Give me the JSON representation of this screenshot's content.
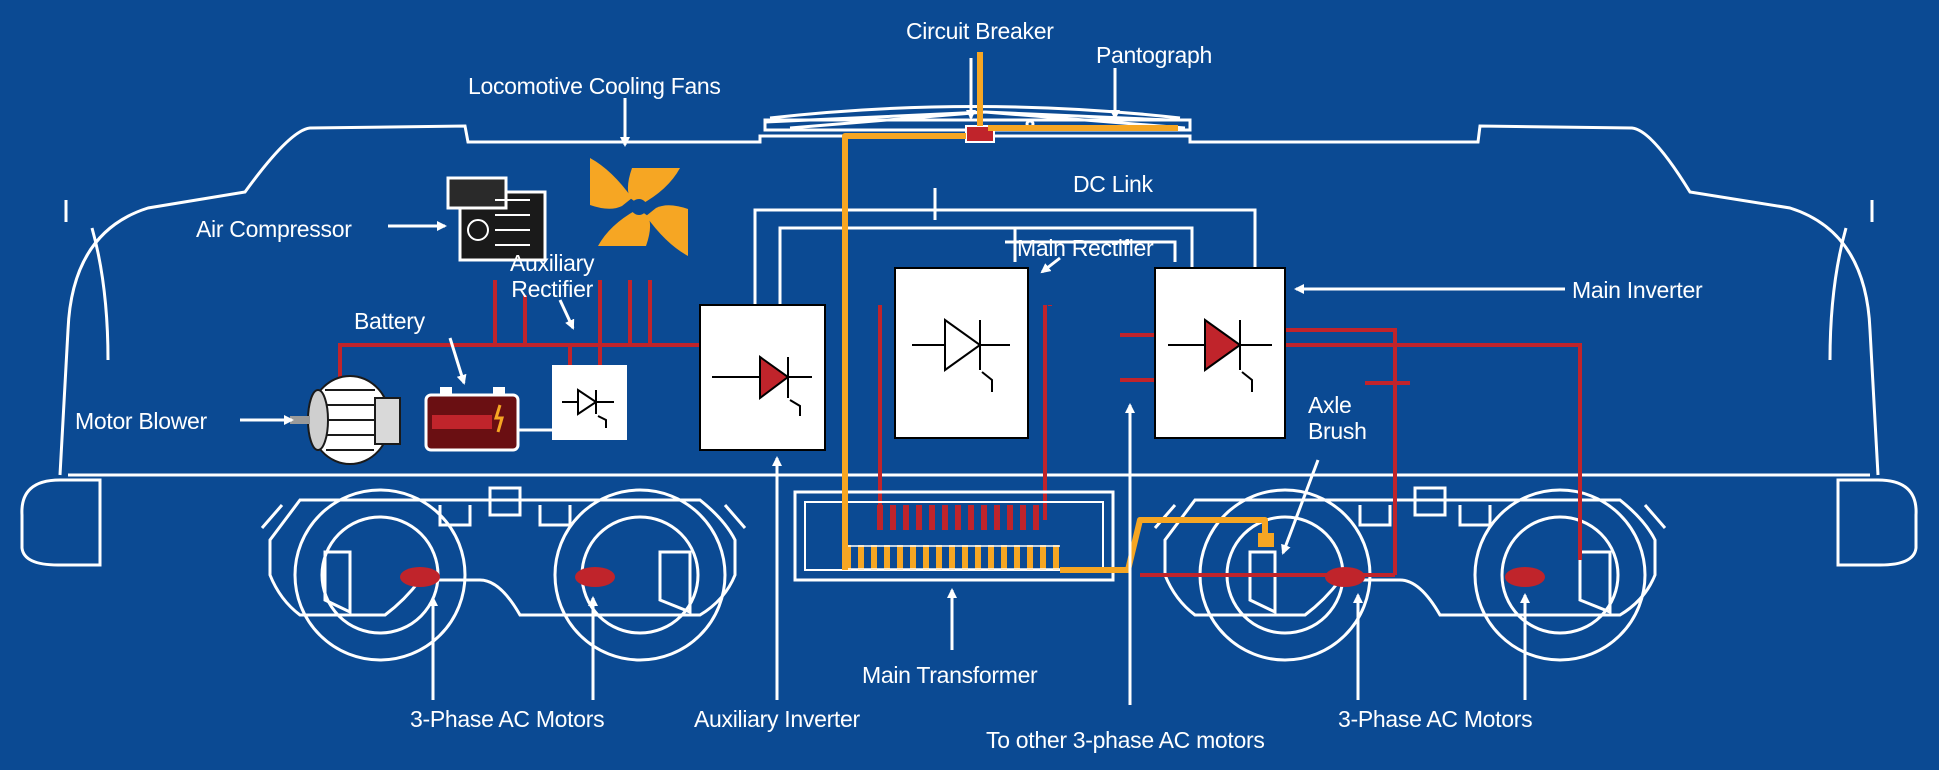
{
  "colors": {
    "background": "#0b4a93",
    "outline": "#ffffff",
    "power_path": "#f6a623",
    "circuit": "#c0242b",
    "component_fill": "#ffffff"
  },
  "icons": {
    "fan": "fan-icon",
    "compressor": "air-compressor-icon",
    "battery": "battery-icon",
    "blower": "motor-blower-icon",
    "diode": "diode-thyristor-symbol"
  },
  "labels": {
    "circuit_breaker": "Circuit Breaker",
    "pantograph": "Pantograph",
    "cooling_fans": "Locomotive Cooling Fans",
    "dc_link": "DC Link",
    "air_compressor": "Air Compressor",
    "aux_rectifier": "Auxiliary\nRectifier",
    "main_rectifier": "Main Rectifier",
    "main_inverter": "Main Inverter",
    "battery": "Battery",
    "motor_blower": "Motor Blower",
    "axle_brush": "Axle\nBrush",
    "motors_left": "3-Phase AC Motors",
    "aux_inverter": "Auxiliary Inverter",
    "main_transformer": "Main Transformer",
    "other_motors": "To other 3-phase AC motors",
    "motors_right": "3-Phase AC Motors"
  }
}
